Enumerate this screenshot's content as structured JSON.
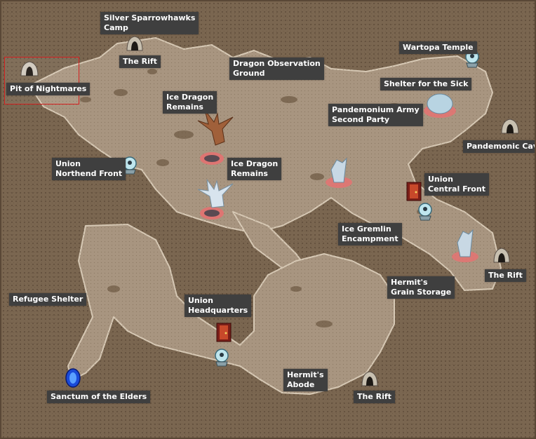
{
  "map": {
    "locations": {
      "silver_sparrowhawks_camp": [
        "Silver Sparrowhawks",
        "Camp"
      ],
      "the_rift_north": [
        "The Rift"
      ],
      "pit_of_nightmares": [
        "Pit of Nightmares"
      ],
      "dragon_observation_ground": [
        "Dragon Observation",
        "Ground"
      ],
      "wartopa_temple": [
        "Wartopa Temple"
      ],
      "shelter_for_the_sick": [
        "Shelter for the Sick"
      ],
      "ice_dragon_remains_1": [
        "Ice Dragon",
        "Remains"
      ],
      "pandemonium_army_second_party": [
        "Pandemonium Army",
        "Second Party"
      ],
      "pandemonic_cave": [
        "Pandemonic Cave"
      ],
      "union_northend_front": [
        "Union",
        "Northend Front"
      ],
      "ice_dragon_remains_2": [
        "Ice Dragon",
        "Remains"
      ],
      "union_central_front": [
        "Union",
        "Central Front"
      ],
      "ice_gremlin_encampment": [
        "Ice Gremlin",
        "Encampment"
      ],
      "the_rift_east": [
        "The Rift"
      ],
      "hermits_grain_storage": [
        "Hermit's",
        "Grain Storage"
      ],
      "refugee_shelter": [
        "Refugee Shelter"
      ],
      "union_headquarters": [
        "Union",
        "Headquarters"
      ],
      "hermits_abode": [
        "Hermit's",
        "Abode"
      ],
      "the_rift_south": [
        "The Rift"
      ],
      "sanctum_of_the_elders": [
        "Sanctum of the Elders"
      ]
    },
    "selected": "Pit of Nightmares",
    "colors": {
      "terrain": "#a89580",
      "background": "#7a6650",
      "label_bg": "#3f3f3f",
      "selection": "#d32020",
      "glow": "#e87070"
    },
    "icons": [
      "cave-icon",
      "npc-crystal-ball-icon",
      "door-icon",
      "portal-icon",
      "dragon-icon",
      "monster-icon"
    ]
  }
}
